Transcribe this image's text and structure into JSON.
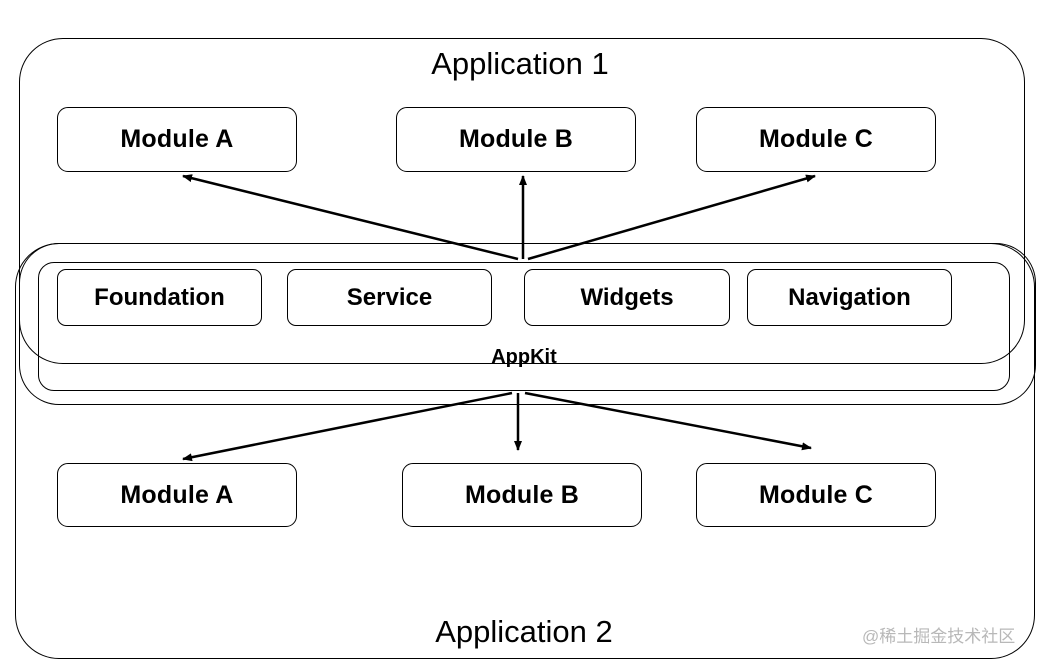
{
  "application_1": {
    "title": "Application 1",
    "modules": [
      "Module A",
      "Module B",
      "Module C"
    ]
  },
  "appkit": {
    "label": "AppKit",
    "components": [
      "Foundation",
      "Service",
      "Widgets",
      "Navigation"
    ]
  },
  "application_2": {
    "title": "Application 2",
    "modules": [
      "Module A",
      "Module B",
      "Module C"
    ]
  },
  "watermark": "@稀土掘金技术社区",
  "colors": {
    "stroke": "#000000",
    "background": "#ffffff",
    "watermark": "#b8b8b8"
  }
}
